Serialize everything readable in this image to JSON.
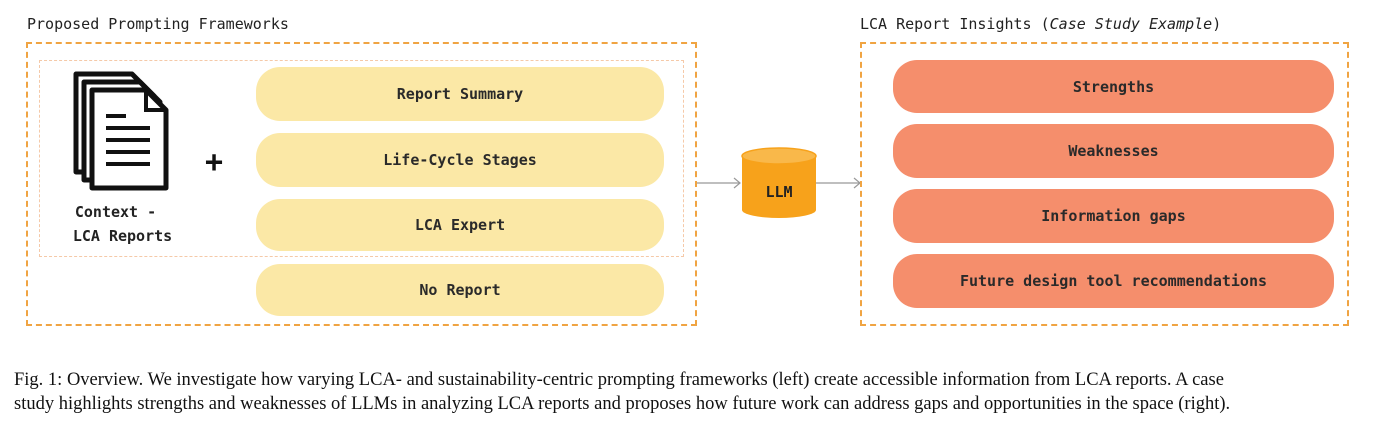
{
  "left_panel": {
    "title": "Proposed Prompting Frameworks",
    "context_label_line1": "Context -",
    "context_label_line2": "LCA Reports",
    "plus": "+",
    "frameworks": [
      "Report Summary",
      "Life-Cycle Stages",
      "LCA Expert",
      "No Report"
    ]
  },
  "center": {
    "llm_label": "LLM"
  },
  "right_panel": {
    "title_prefix": "LCA Report Insights (",
    "title_italic": "Case Study Example",
    "title_suffix": ")",
    "insights": [
      "Strengths",
      "Weaknesses",
      "Information gaps",
      "Future design tool recommendations"
    ]
  },
  "caption": {
    "line1": "Fig. 1: Overview. We investigate how varying LCA- and sustainability-centric prompting frameworks (left) create accessible information from LCA reports. A case",
    "line2": "study highlights strengths and weaknesses of LLMs in analyzing LCA reports and proposes how future work can address gaps and opportunities in the space (right)."
  },
  "colors": {
    "dashed_border": "#f0a442",
    "yellow_pill": "#fbe8a6",
    "salmon_pill": "#f58e6c",
    "database": "#f7a21b"
  },
  "icons": [
    "document-stack-icon",
    "database-icon",
    "arrow-right-icon"
  ]
}
